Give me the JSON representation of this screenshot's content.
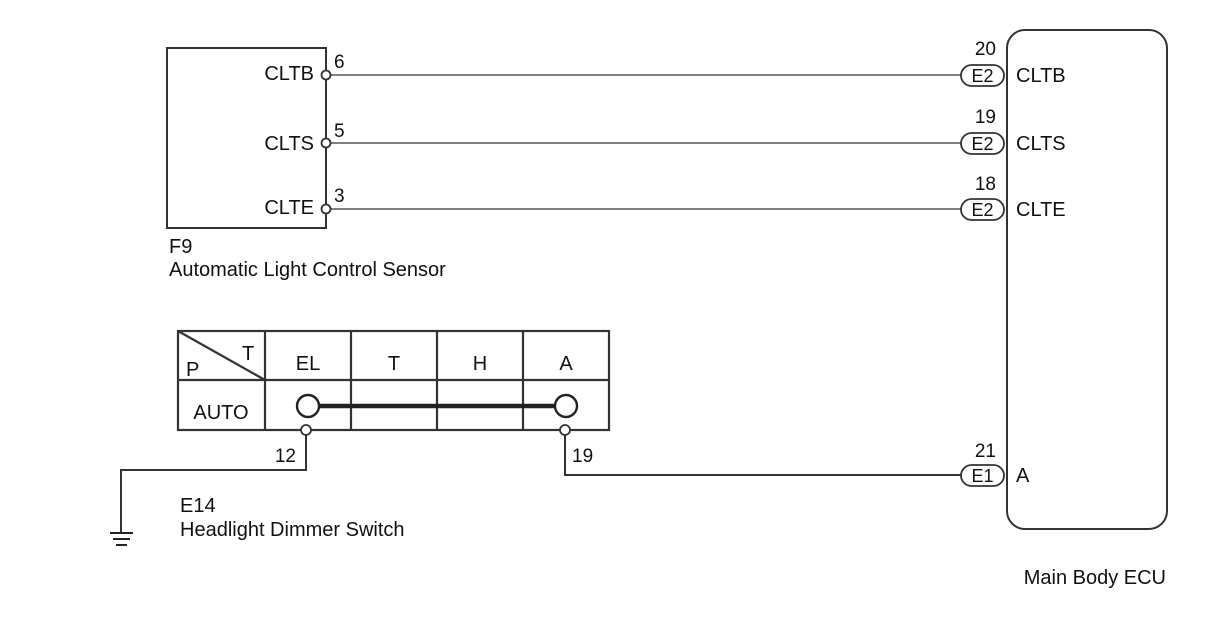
{
  "sensor": {
    "code": "F9",
    "name": "Automatic Light Control Sensor",
    "pins": [
      {
        "label": "CLTB",
        "number": "6"
      },
      {
        "label": "CLTS",
        "number": "5"
      },
      {
        "label": "CLTE",
        "number": "3"
      }
    ]
  },
  "ecu": {
    "name": "Main Body ECU",
    "pins": [
      {
        "number": "20",
        "connector": "E2",
        "label": "CLTB"
      },
      {
        "number": "19",
        "connector": "E2",
        "label": "CLTS"
      },
      {
        "number": "18",
        "connector": "E2",
        "label": "CLTE"
      },
      {
        "number": "21",
        "connector": "E1",
        "label": "A"
      }
    ]
  },
  "switch": {
    "code": "E14",
    "name": "Headlight Dimmer Switch",
    "table": {
      "corner_top": "T",
      "corner_bottom": "P",
      "columns": [
        "EL",
        "T",
        "H",
        "A"
      ],
      "row_label": "AUTO"
    },
    "pins": [
      {
        "number": "12"
      },
      {
        "number": "19"
      }
    ]
  }
}
